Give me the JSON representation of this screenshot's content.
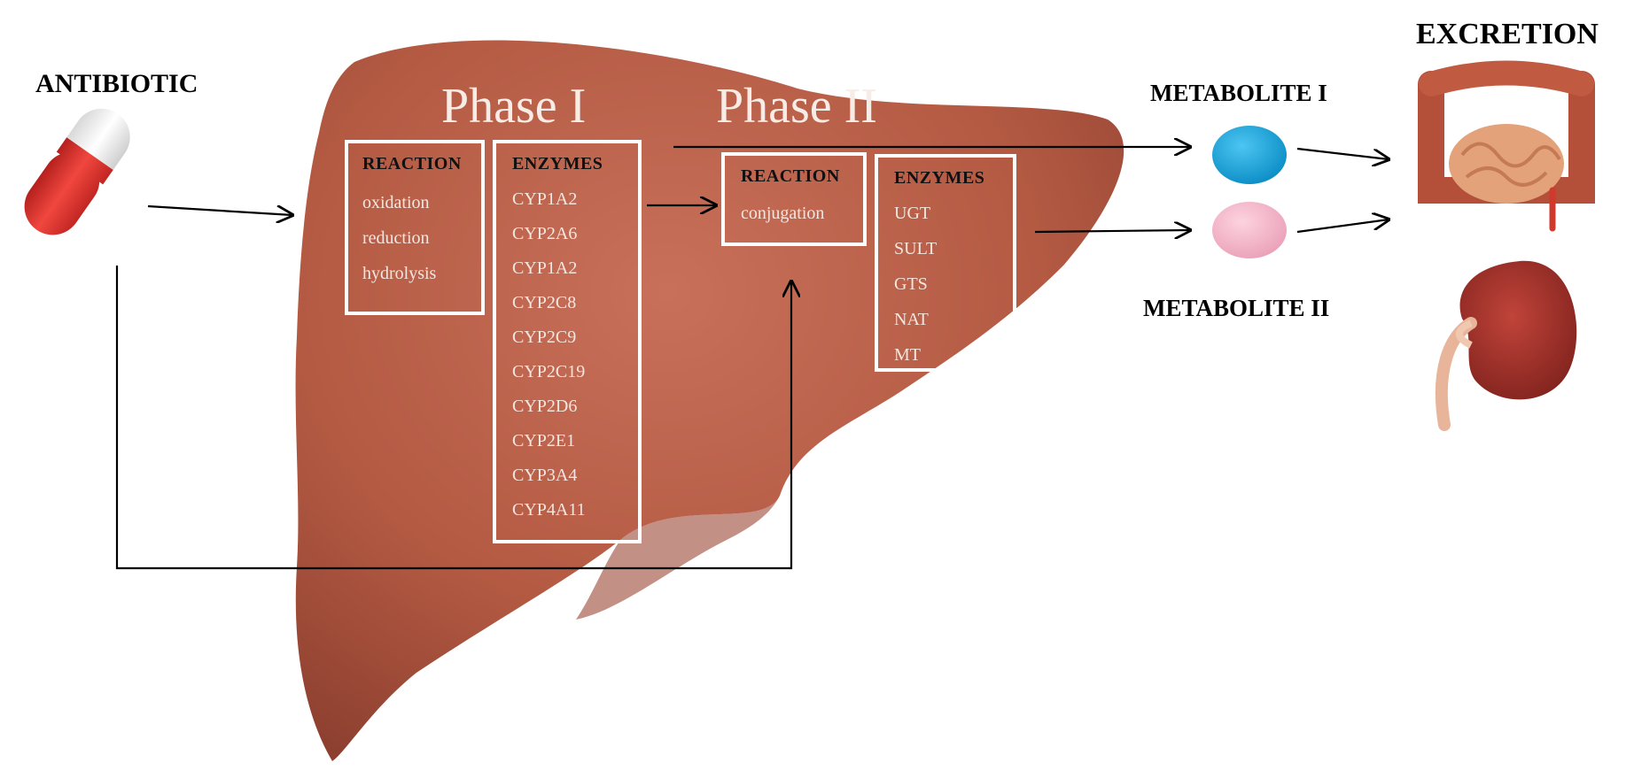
{
  "labels": {
    "antibiotic": "ANTIBIOTIC",
    "phase1": "Phase I",
    "phase2": "Phase II",
    "metabolite1": "METABOLITE I",
    "metabolite2": "METABOLITE II",
    "excretion": "EXCRETION"
  },
  "phase1_reaction": {
    "title": "REACTION",
    "items": [
      "oxidation",
      "reduction",
      "hydrolysis"
    ]
  },
  "phase1_enzymes": {
    "title": "ENZYMES",
    "items": [
      "CYP1A2",
      "CYP2A6",
      "CYP1A2",
      "CYP2C8",
      "CYP2C9",
      "CYP2C19",
      "CYP2D6",
      "CYP2E1",
      "CYP3A4",
      "CYP4A11"
    ]
  },
  "phase2_reaction": {
    "title": "REACTION",
    "items": [
      "conjugation"
    ]
  },
  "phase2_enzymes": {
    "title": "ENZYMES",
    "items": [
      "UGT",
      "SULT",
      "GTS",
      "NAT",
      "MT"
    ]
  },
  "colors": {
    "liver": "#b85c45",
    "metabolite1": "#1aa3d6",
    "metabolite2": "#f4b6c8",
    "capsule_red": "#e0322e",
    "kidney": "#a8322c",
    "intestine": "#c8603e"
  }
}
